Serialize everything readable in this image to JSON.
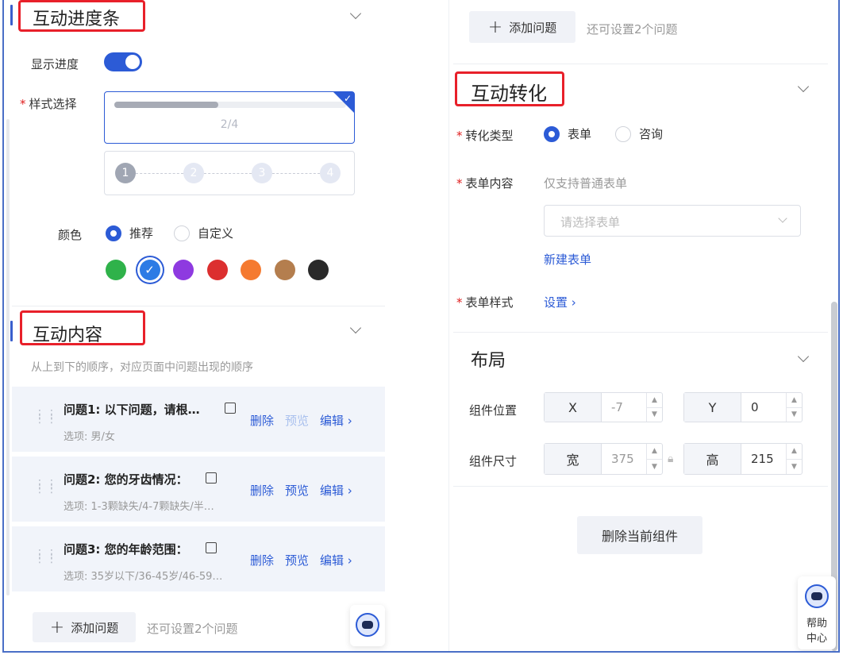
{
  "left": {
    "progress": {
      "title": "互动进度条",
      "show_label": "显示进度",
      "style_label": "样式选择",
      "bar_fraction": 0.45,
      "bar_text": "2/4",
      "steps": [
        "1",
        "2",
        "3",
        "4"
      ],
      "color_label": "颜色",
      "color_modes": [
        "推荐",
        "自定义"
      ],
      "swatches": [
        "#2fb24a",
        "#2c7be5",
        "#8e3ae0",
        "#dc2f2f",
        "#f57a30",
        "#b47e4e",
        "#2a2a2a"
      ]
    },
    "content": {
      "title": "互动内容",
      "desc": "从上到下的顺序，对应页面中问题出现的顺序",
      "questions": [
        {
          "title": "问题1: 以下问题，请根…",
          "options": "选项:  男/女",
          "delete": "删除",
          "preview": "预览",
          "edit": "编辑"
        },
        {
          "title": "问题2: 您的牙齿情况：",
          "options": "选项:  1-3颗缺失/4-7颗缺失/半…",
          "delete": "删除",
          "preview": "预览",
          "edit": "编辑"
        },
        {
          "title": "问题3: 您的年龄范围：",
          "options": "选项:  35岁以下/36-45岁/46-59…",
          "delete": "删除",
          "preview": "预览",
          "edit": "编辑"
        }
      ],
      "add_btn": "添加问题",
      "add_hint": "还可设置2个问题"
    }
  },
  "right": {
    "top_add_btn": "添加问题",
    "top_add_hint": "还可设置2个问题",
    "conversion": {
      "title": "互动转化",
      "type_label": "转化类型",
      "type_options": [
        "表单",
        "咨询"
      ],
      "form_content_label": "表单内容",
      "form_content_hint": "仅支持普通表单",
      "select_placeholder": "请选择表单",
      "new_form_link": "新建表单",
      "form_style_label": "表单样式",
      "form_style_link": "设置"
    },
    "layout": {
      "title": "布局",
      "position_label": "组件位置",
      "x_key": "X",
      "x_val": "-7",
      "y_key": "Y",
      "y_val": "0",
      "size_label": "组件尺寸",
      "w_key": "宽",
      "w_val": "375",
      "h_key": "高",
      "h_val": "215"
    },
    "delete_btn": "删除当前组件",
    "help": {
      "line1": "帮助",
      "line2": "中心"
    }
  }
}
